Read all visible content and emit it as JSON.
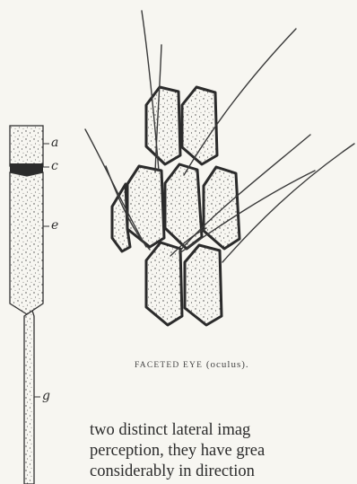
{
  "figure": {
    "caption_caps": "Faceted eye",
    "caption_rest": " (oculus).",
    "labels": [
      "a",
      "c",
      "e",
      "g"
    ]
  },
  "text_lines": [
    "two distinct lateral imag",
    "perception, they have grea",
    "considerably in direction"
  ],
  "colors": {
    "ink": "#2a2a2a",
    "paper": "#f7f6f1"
  }
}
